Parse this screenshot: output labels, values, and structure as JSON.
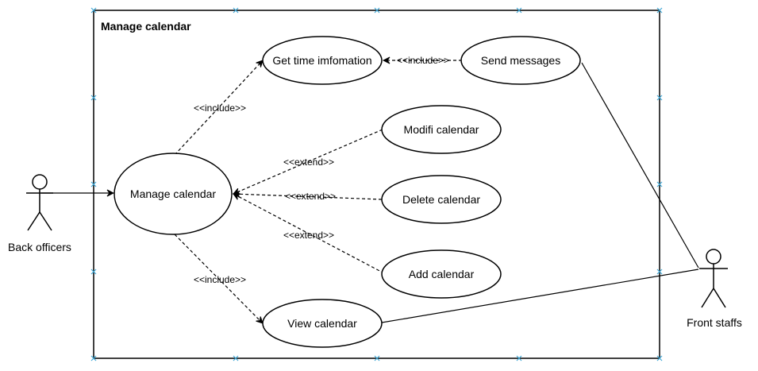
{
  "diagram": {
    "system_title": "Manage calendar",
    "actors": {
      "back_officers": "Back officers",
      "front_staffs": "Front staffs"
    },
    "use_cases": {
      "manage_calendar": "Manage calendar",
      "get_time_information": "Get time imfomation",
      "send_messages": "Send messages",
      "modify_calendar": "Modifi calendar",
      "delete_calendar": "Delete calendar",
      "add_calendar": "Add calendar",
      "view_calendar": "View calendar"
    },
    "relations": {
      "include_get_time": "<<include>>",
      "include_send_messages": "<<include>>",
      "extend_modify": "<<extend>>",
      "extend_delete": "<<extend>>",
      "extend_add": "<<extend>>",
      "include_view": "<<include>>"
    }
  }
}
